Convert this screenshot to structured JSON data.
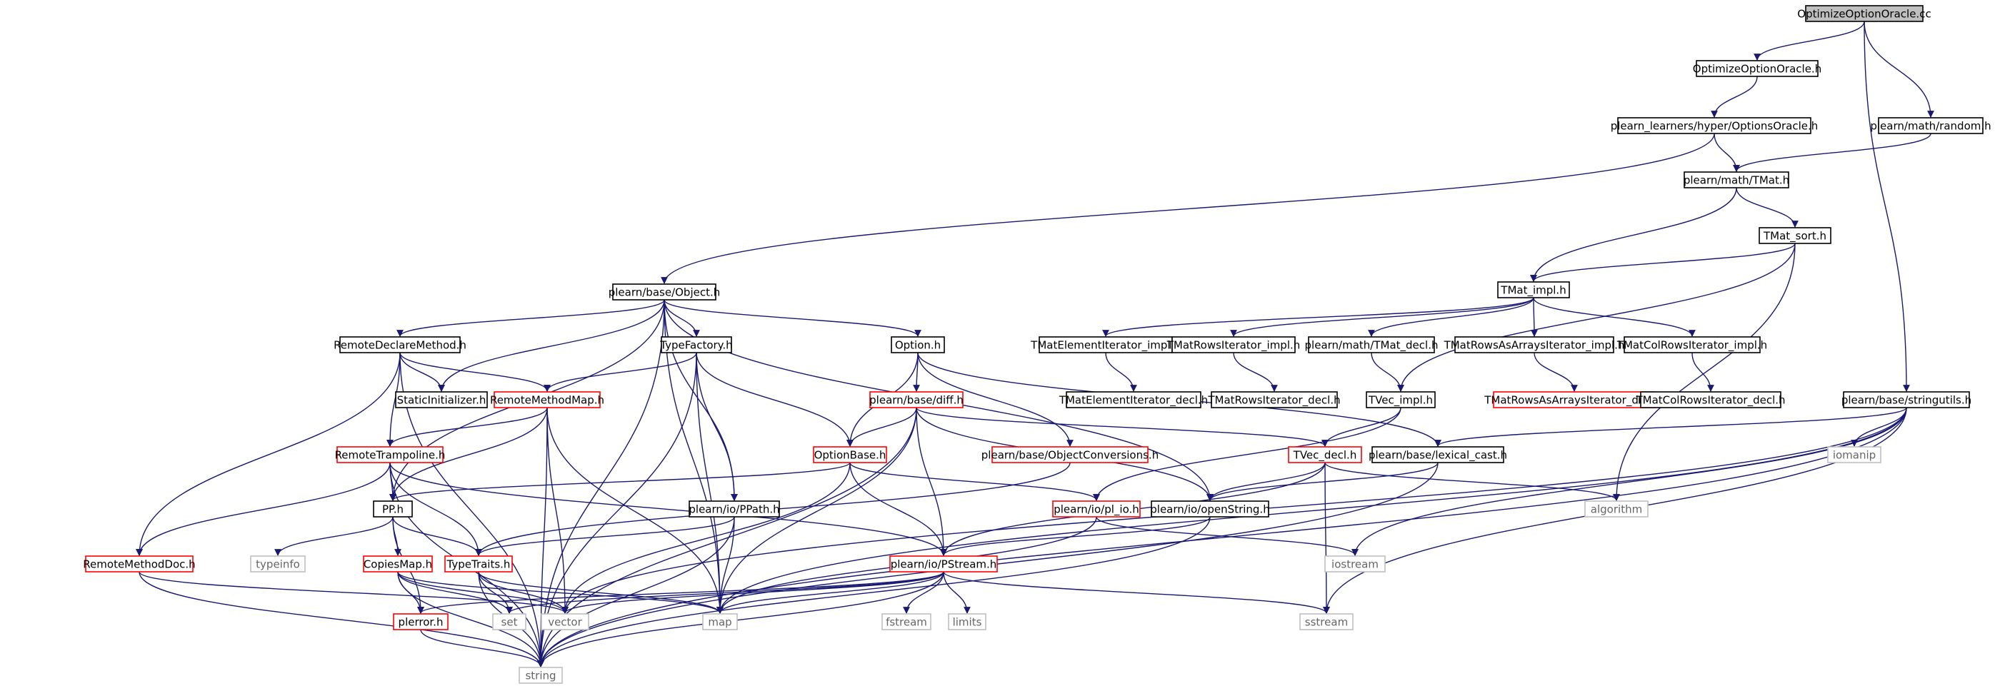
{
  "colors": {
    "edge": "#191970",
    "root_fill": "#bfbfbf",
    "normal_border": "#000000",
    "truncated_border": "#ff0000",
    "system_border": "#bfbfbf",
    "system_text": "#666666"
  },
  "nodes": [
    {
      "id": "root",
      "label": "OptimizeOptionOracle.cc",
      "kind": "root"
    },
    {
      "id": "optoracle_h",
      "label": "OptimizeOptionOracle.h",
      "kind": "normal"
    },
    {
      "id": "random_h",
      "label": "plearn/math/random.h",
      "kind": "normal"
    },
    {
      "id": "optionsoracle",
      "label": "plearn_learners/hyper/OptionsOracle.h",
      "kind": "normal"
    },
    {
      "id": "tmat",
      "label": "plearn/math/TMat.h",
      "kind": "normal"
    },
    {
      "id": "tmat_sort",
      "label": "TMat_sort.h",
      "kind": "normal"
    },
    {
      "id": "tmat_impl",
      "label": "TMat_impl.h",
      "kind": "normal"
    },
    {
      "id": "object",
      "label": "plearn/base/Object.h",
      "kind": "normal"
    },
    {
      "id": "tmatelem_impl",
      "label": "TMatElementIterator_impl.h",
      "kind": "normal"
    },
    {
      "id": "tmatrows_impl",
      "label": "TMatRowsIterator_impl.h",
      "kind": "normal"
    },
    {
      "id": "tmat_decl",
      "label": "plearn/math/TMat_decl.h",
      "kind": "normal"
    },
    {
      "id": "tmatrowsarr_impl",
      "label": "TMatRowsAsArraysIterator_impl.h",
      "kind": "normal"
    },
    {
      "id": "tmatcol_impl",
      "label": "TMatColRowsIterator_impl.h",
      "kind": "normal"
    },
    {
      "id": "tmatelem_decl",
      "label": "TMatElementIterator_decl.h",
      "kind": "normal"
    },
    {
      "id": "tmatrows_decl",
      "label": "TMatRowsIterator_decl.h",
      "kind": "normal"
    },
    {
      "id": "tvec_impl",
      "label": "TVec_impl.h",
      "kind": "normal"
    },
    {
      "id": "tmatrowsarr_decl",
      "label": "TMatRowsAsArraysIterator_decl.h",
      "kind": "truncated"
    },
    {
      "id": "tmatcol_decl",
      "label": "TMatColRowsIterator_decl.h",
      "kind": "normal"
    },
    {
      "id": "stringutils",
      "label": "plearn/base/stringutils.h",
      "kind": "normal"
    },
    {
      "id": "rdm",
      "label": "RemoteDeclareMethod.h",
      "kind": "normal"
    },
    {
      "id": "typefactory",
      "label": "TypeFactory.h",
      "kind": "normal"
    },
    {
      "id": "option",
      "label": "Option.h",
      "kind": "normal"
    },
    {
      "id": "staticinit",
      "label": "StaticInitializer.h",
      "kind": "normal"
    },
    {
      "id": "rmm",
      "label": "RemoteMethodMap.h",
      "kind": "truncated"
    },
    {
      "id": "diff",
      "label": "plearn/base/diff.h",
      "kind": "truncated"
    },
    {
      "id": "lexical",
      "label": "plearn/base/lexical_cast.h",
      "kind": "normal"
    },
    {
      "id": "iomanip",
      "label": "iomanip",
      "kind": "system"
    },
    {
      "id": "rtramp",
      "label": "RemoteTrampoline.h",
      "kind": "truncated"
    },
    {
      "id": "objconv",
      "label": "plearn/base/ObjectConversions.h",
      "kind": "truncated"
    },
    {
      "id": "optionbase",
      "label": "OptionBase.h",
      "kind": "truncated"
    },
    {
      "id": "tvec_decl",
      "label": "TVec_decl.h",
      "kind": "truncated"
    },
    {
      "id": "algorithm",
      "label": "algorithm",
      "kind": "system"
    },
    {
      "id": "pp",
      "label": "PP.h",
      "kind": "normal"
    },
    {
      "id": "ppath",
      "label": "plearn/io/PPath.h",
      "kind": "normal"
    },
    {
      "id": "pl_io",
      "label": "plearn/io/pl_io.h",
      "kind": "truncated"
    },
    {
      "id": "openstring",
      "label": "plearn/io/openString.h",
      "kind": "normal"
    },
    {
      "id": "typeinfo",
      "label": "typeinfo",
      "kind": "system"
    },
    {
      "id": "rmdoc",
      "label": "RemoteMethodDoc.h",
      "kind": "truncated"
    },
    {
      "id": "copiesmap",
      "label": "CopiesMap.h",
      "kind": "truncated"
    },
    {
      "id": "typetraits",
      "label": "TypeTraits.h",
      "kind": "truncated"
    },
    {
      "id": "pstream",
      "label": "plearn/io/PStream.h",
      "kind": "truncated"
    },
    {
      "id": "iostream",
      "label": "iostream",
      "kind": "system"
    },
    {
      "id": "plerror",
      "label": "plerror.h",
      "kind": "truncated"
    },
    {
      "id": "set",
      "label": "set",
      "kind": "system"
    },
    {
      "id": "vector",
      "label": "vector",
      "kind": "system"
    },
    {
      "id": "map",
      "label": "map",
      "kind": "system"
    },
    {
      "id": "fstream",
      "label": "fstream",
      "kind": "system"
    },
    {
      "id": "limits",
      "label": "limits",
      "kind": "system"
    },
    {
      "id": "sstream",
      "label": "sstream",
      "kind": "system"
    },
    {
      "id": "string",
      "label": "string",
      "kind": "system"
    }
  ],
  "edges": [
    [
      "root",
      "optoracle_h"
    ],
    [
      "root",
      "random_h"
    ],
    [
      "root",
      "stringutils"
    ],
    [
      "optoracle_h",
      "optionsoracle"
    ],
    [
      "optionsoracle",
      "tmat"
    ],
    [
      "optionsoracle",
      "object"
    ],
    [
      "random_h",
      "tmat"
    ],
    [
      "tmat",
      "tmat_sort"
    ],
    [
      "tmat",
      "tmat_impl"
    ],
    [
      "tmat_sort",
      "tmat_impl"
    ],
    [
      "tmat_sort",
      "tvec_impl"
    ],
    [
      "tmat_sort",
      "algorithm"
    ],
    [
      "tmat_impl",
      "tmatelem_impl"
    ],
    [
      "tmat_impl",
      "tmatrows_impl"
    ],
    [
      "tmat_impl",
      "tmat_decl"
    ],
    [
      "tmat_impl",
      "tmatrowsarr_impl"
    ],
    [
      "tmat_impl",
      "tmatcol_impl"
    ],
    [
      "tmatelem_impl",
      "tmatelem_decl"
    ],
    [
      "tmatrows_impl",
      "tmatrows_decl"
    ],
    [
      "tmat_decl",
      "tvec_impl"
    ],
    [
      "tmatrowsarr_impl",
      "tmatrowsarr_decl"
    ],
    [
      "tmatcol_impl",
      "tmatcol_decl"
    ],
    [
      "tvec_impl",
      "tvec_decl"
    ],
    [
      "tvec_impl",
      "pl_io"
    ],
    [
      "object",
      "rdm"
    ],
    [
      "object",
      "typefactory"
    ],
    [
      "object",
      "option"
    ],
    [
      "object",
      "staticinit"
    ],
    [
      "object",
      "pp"
    ],
    [
      "object",
      "ppath"
    ],
    [
      "object",
      "openstring"
    ],
    [
      "object",
      "map"
    ],
    [
      "object",
      "string"
    ],
    [
      "rdm",
      "staticinit"
    ],
    [
      "rdm",
      "rmm"
    ],
    [
      "rdm",
      "rtramp"
    ],
    [
      "rdm",
      "rmdoc"
    ],
    [
      "rdm",
      "string"
    ],
    [
      "typefactory",
      "rmm"
    ],
    [
      "typefactory",
      "optionbase"
    ],
    [
      "typefactory",
      "ppath"
    ],
    [
      "typefactory",
      "map"
    ],
    [
      "typefactory",
      "string"
    ],
    [
      "option",
      "optionbase"
    ],
    [
      "option",
      "diff"
    ],
    [
      "option",
      "objconv"
    ],
    [
      "option",
      "lexical"
    ],
    [
      "rmm",
      "rtramp"
    ],
    [
      "rmm",
      "pp"
    ],
    [
      "rmm",
      "map"
    ],
    [
      "rmm",
      "vector"
    ],
    [
      "rmm",
      "string"
    ],
    [
      "diff",
      "optionbase"
    ],
    [
      "diff",
      "tvec_decl"
    ],
    [
      "diff",
      "openstring"
    ],
    [
      "diff",
      "pstream"
    ],
    [
      "diff",
      "map"
    ],
    [
      "diff",
      "string"
    ],
    [
      "objconv",
      "typetraits"
    ],
    [
      "optionbase",
      "pp"
    ],
    [
      "optionbase",
      "pl_io"
    ],
    [
      "optionbase",
      "pstream"
    ],
    [
      "optionbase",
      "vector"
    ],
    [
      "rtramp",
      "pp"
    ],
    [
      "rtramp",
      "typetraits"
    ],
    [
      "rtramp",
      "rmdoc"
    ],
    [
      "rtramp",
      "pstream"
    ],
    [
      "rtramp",
      "string"
    ],
    [
      "tvec_decl",
      "openstring"
    ],
    [
      "tvec_decl",
      "pstream"
    ],
    [
      "tvec_decl",
      "algorithm"
    ],
    [
      "tvec_decl",
      "sstream"
    ],
    [
      "lexical",
      "openstring"
    ],
    [
      "lexical",
      "string"
    ],
    [
      "stringutils",
      "lexical"
    ],
    [
      "stringutils",
      "iomanip"
    ],
    [
      "stringutils",
      "iostream"
    ],
    [
      "stringutils",
      "map"
    ],
    [
      "stringutils",
      "vector"
    ],
    [
      "stringutils",
      "sstream"
    ],
    [
      "stringutils",
      "string"
    ],
    [
      "pp",
      "typeinfo"
    ],
    [
      "pp",
      "copiesmap"
    ],
    [
      "pp",
      "typetraits"
    ],
    [
      "pp",
      "plerror"
    ],
    [
      "ppath",
      "typetraits"
    ],
    [
      "ppath",
      "map"
    ],
    [
      "ppath",
      "string"
    ],
    [
      "pl_io",
      "iostream"
    ],
    [
      "pl_io",
      "map"
    ],
    [
      "openstring",
      "pstream"
    ],
    [
      "openstring",
      "string"
    ],
    [
      "rmdoc",
      "string"
    ],
    [
      "rmdoc",
      "vector"
    ],
    [
      "copiesmap",
      "plerror"
    ],
    [
      "copiesmap",
      "set"
    ],
    [
      "copiesmap",
      "map"
    ],
    [
      "copiesmap",
      "string"
    ],
    [
      "copiesmap",
      "vector"
    ],
    [
      "typetraits",
      "set"
    ],
    [
      "typetraits",
      "map"
    ],
    [
      "typetraits",
      "vector"
    ],
    [
      "typetraits",
      "string"
    ],
    [
      "pstream",
      "plerror"
    ],
    [
      "pstream",
      "set"
    ],
    [
      "pstream",
      "vector"
    ],
    [
      "pstream",
      "map"
    ],
    [
      "pstream",
      "fstream"
    ],
    [
      "pstream",
      "limits"
    ],
    [
      "pstream",
      "sstream"
    ],
    [
      "pstream",
      "string"
    ],
    [
      "plerror",
      "string"
    ]
  ]
}
